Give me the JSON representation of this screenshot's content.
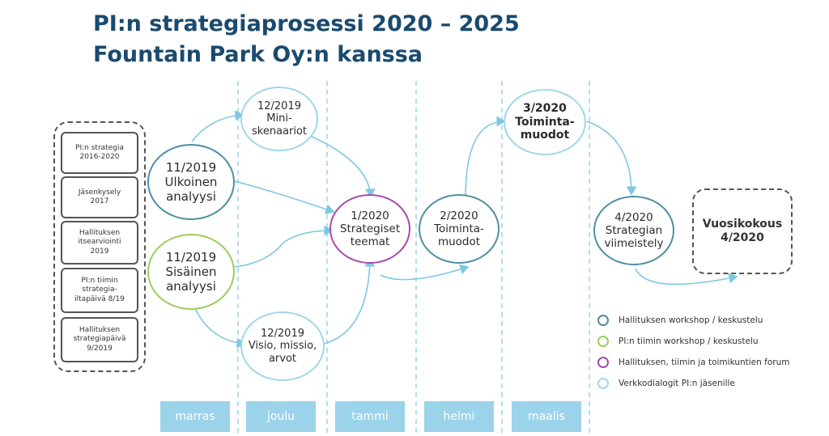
{
  "title": {
    "line1": "PI:n strategiaprosessi 2020 – 2025",
    "line2": "Fountain Park Oy:n kanssa"
  },
  "sources": [
    "PI:n strategia\n2016-2020",
    "Jäsenkysely\n2017",
    "Hallituksen\nitsearviointi\n2019",
    "PI:n tiimin\nstrategia-\niltapäivä 8/19",
    "Hallituksen\nstrategiapäivä\n9/2019"
  ],
  "nodes": {
    "ulkoinen": "11/2019\nUlkoinen\nanalyysi",
    "sisainen": "11/2019\nSisäinen\nanalyysi",
    "miniskenaariot": "12/2019\nMini-\nskenaariot",
    "visio": "12/2019\nVisio, missio,\narvot",
    "strategiset_teemat": "1/2020\nStrategiset\nteemat",
    "toimintamuodot_feb": "2/2020\nToiminta-\nmuodot",
    "toimintamuodot_mar": "3/2020\nToiminta-\nmuodot",
    "viimeistely": "4/2020\nStrategian\nviimeistely"
  },
  "final": "Vuosikokous\n4/2020",
  "months": [
    "marras",
    "joulu",
    "tammi",
    "helmi",
    "maalis"
  ],
  "legend": [
    {
      "label": "Hallituksen workshop / keskustelu",
      "color": "#4e8ea3"
    },
    {
      "label": "PI:n tiimin workshop / keskustelu",
      "color": "#9ccd5a"
    },
    {
      "label": "Hallituksen, tiimin ja toimikuntien forum",
      "color": "#a94aab"
    },
    {
      "label": "Verkkodialogit PI:n jäsenille",
      "color": "#9fd7ea"
    }
  ]
}
